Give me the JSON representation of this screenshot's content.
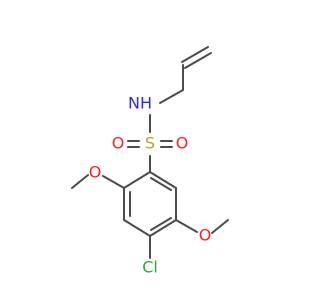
{
  "molecule": {
    "atoms": {
      "nh": {
        "text": "NH",
        "color": "#2a2aff"
      },
      "s": {
        "text": "S",
        "color": "#b8a22a"
      },
      "o_left": {
        "text": "O",
        "color": "#ff2020"
      },
      "o_right": {
        "text": "O",
        "color": "#ff2020"
      },
      "o_methoxy_left": {
        "text": "O",
        "color": "#ff2020"
      },
      "o_methoxy_right": {
        "text": "O",
        "color": "#ff2020"
      },
      "cl": {
        "text": "Cl",
        "color": "#2faa2f"
      }
    },
    "bond_color": "#4b4b4b",
    "background": "#ffffff"
  }
}
